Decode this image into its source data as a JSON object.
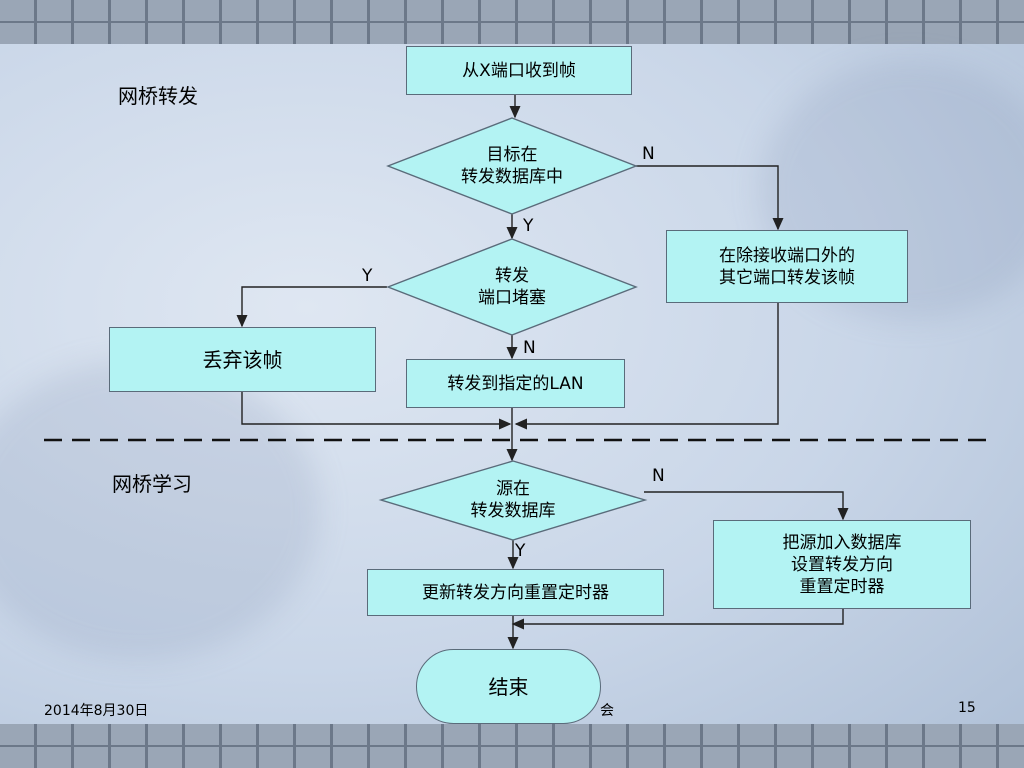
{
  "sections": {
    "forward_title": "网桥转发",
    "learn_title": "网桥学习"
  },
  "nodes": {
    "receive": "从X端口收到帧",
    "in_db": "目标在\n转发数据库中",
    "flood": "在除接收端口外的\n其它端口转发该帧",
    "blocked": "转发\n端口堵塞",
    "drop": "丢弃该帧",
    "forward_lan": "转发到指定的LAN",
    "src_in_db": "源在\n转发数据库",
    "add_src": "把源加入数据库\n设置转发方向\n重置定时器",
    "update": "更新转发方向重置定时器",
    "end": "结束"
  },
  "branch_labels": {
    "n1": "N",
    "y1": "Y",
    "y2": "Y",
    "n2": "N",
    "n3": "N",
    "y3": "Y"
  },
  "footer": {
    "date": "2014年8月30日",
    "center": "会",
    "page": "15"
  },
  "colors": {
    "node_fill": "#b3f3f3",
    "line": "#222222"
  }
}
